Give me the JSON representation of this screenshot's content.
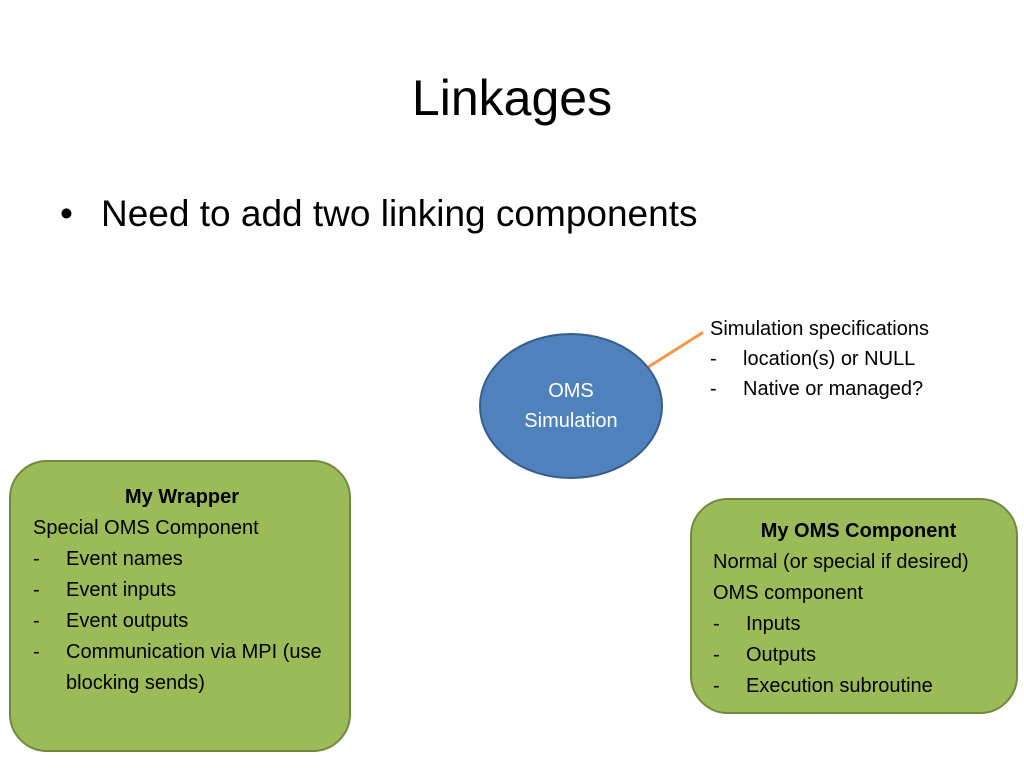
{
  "slide": {
    "title": "Linkages",
    "bullet": {
      "marker": "•",
      "text": "Need to add two linking components"
    }
  },
  "oms_simulation": {
    "line1": "OMS",
    "line2": "Simulation",
    "fill_color": "#4f81bd"
  },
  "callout": {
    "heading": "Simulation specifications",
    "items": [
      "location(s) or NULL",
      "Native or managed?"
    ],
    "line_color": "#f79646"
  },
  "my_wrapper": {
    "title": "My Wrapper",
    "subtitle": "Special OMS Component",
    "items": [
      "Event names",
      "Event inputs",
      "Event outputs",
      "Communication via MPI (use blocking sends)"
    ],
    "fill_color": "#9bbb59"
  },
  "my_oms_component": {
    "title": "My OMS Component",
    "subtitle": "Normal (or special if desired) OMS component",
    "items": [
      "Inputs",
      "Outputs",
      "Execution subroutine"
    ],
    "fill_color": "#9bbb59"
  },
  "dash_marker": "-"
}
